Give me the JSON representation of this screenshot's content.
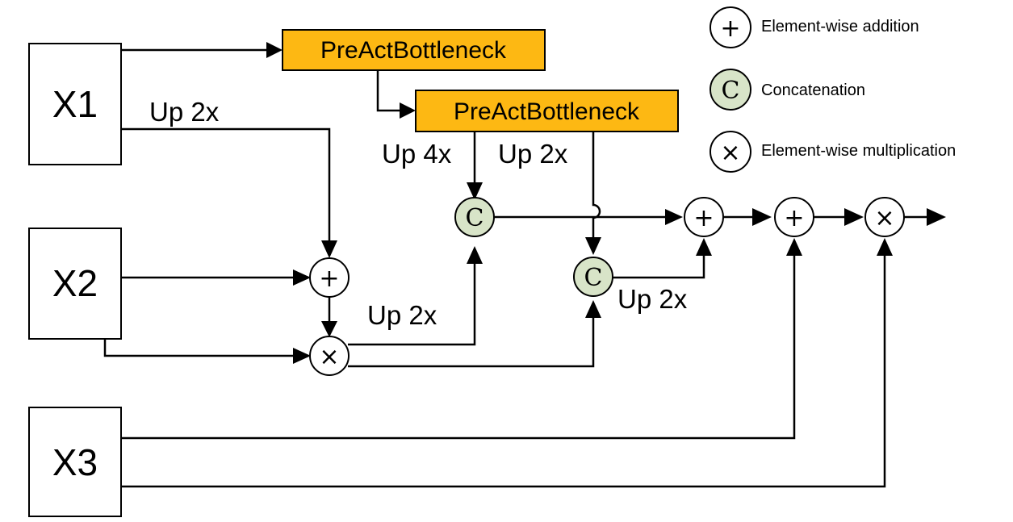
{
  "inputs": {
    "x1": "X1",
    "x2": "X2",
    "x3": "X3"
  },
  "blocks": {
    "top": "PreActBottleneck",
    "second": "PreActBottleneck"
  },
  "edge_labels": {
    "x1_up": "Up 2x",
    "block_up4": "Up 4x",
    "block_up2": "Up 2x",
    "mult_up": "Up 2x",
    "concat_up": "Up 2x"
  },
  "symbols": {
    "add": "+",
    "mult": "×",
    "concat": "C"
  },
  "legend": {
    "add": "Element-wise addition",
    "concat": "Concatenation",
    "mult": "Element-wise multiplication"
  },
  "colors": {
    "block_fill": "#FDB813",
    "concat_fill": "#D8E4C8",
    "line": "#000000"
  }
}
